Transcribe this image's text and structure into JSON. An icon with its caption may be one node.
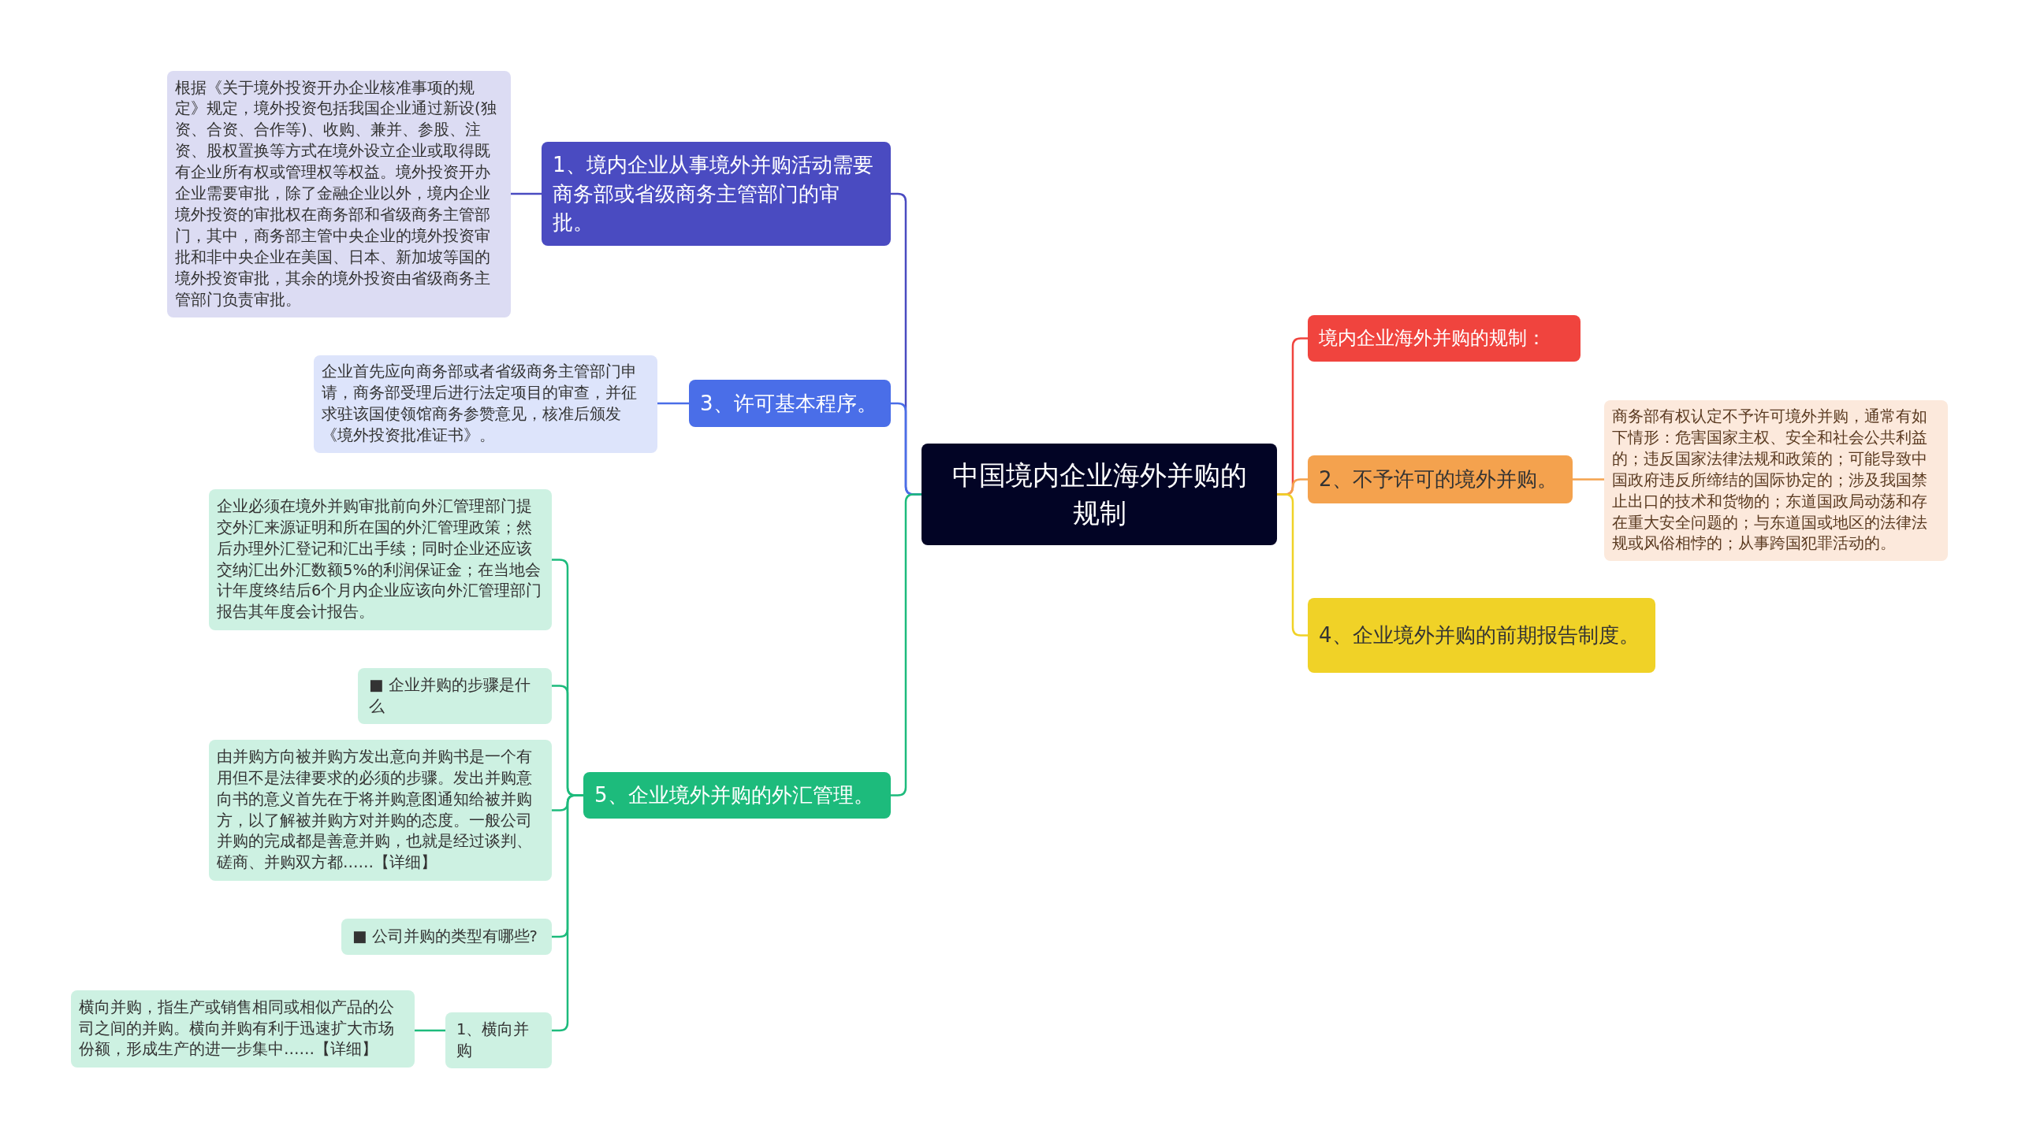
{
  "diagram": {
    "nodes": [
      {
        "text": [
          "中国境内企业海外并购的规制"
        ]
      },
      {
        "text": [
          "1、境内企业从事境外并购活动需要商务部或省级商务主管部门的审批。"
        ]
      },
      {
        "text": [
          "根据《关于境外投资开办企业核准事项的规定》规定，境外投资包括我国企业通过新设(独资、合资、合作等)、收购、兼并、参股、注资、股权置换等方式在境外设立企业或取得既有企业所有权或管理权等权益。境外投资开办企业需要审批，除了金融企业以外，境内企业境外投资的审批权在商务部和省级商务主管部门，其中，商务部主管中央企业的境外投资审批和非中央企业在美国、日本、新加坡等国的境外投资审批，其余的境外投资由省级商务主管部门负责审批。"
        ]
      },
      {
        "text": [
          "3、许可基本程序。"
        ]
      },
      {
        "text": [
          "企业首先应向商务部或者省级商务主管部门申请，商务部受理后进行法定项目的审查，并征求驻该国使领馆商务参赞意见，核准后颁发《境外投资批准证书》。"
        ]
      },
      {
        "text": [
          "5、企业境外并购的外汇管理。"
        ]
      },
      {
        "text": [
          "企业必须在境外并购审批前向外汇管理部门提交外汇来源证明和所在国的外汇管理政策；然后办理外汇登记和汇出手续；同时企业还应该交纳汇出外汇数额5%的利润保证金；在当地会计年度终结后6个月内企业应该向外汇管理部门报告其年度会计报告。"
        ]
      },
      {
        "text": [
          "■ 企业并购的步骤是什么"
        ]
      },
      {
        "text": [
          "由并购方向被并购方发出意向并购书是一个有用但不是法律要求的必须的步骤。发出并购意向书的意义首先在于将并购意图通知给被并购方，以了解被并购方对并购的态度。一般公司并购的完成都是善意并购，也就是经过谈判、磋商、并购双方都……【详细】"
        ]
      },
      {
        "text": [
          "■ 公司并购的类型有哪些?"
        ]
      },
      {
        "text": [
          "1、横向并购"
        ]
      },
      {
        "text": [
          "横向并购，指生产或销售相同或相似产品的公司之间的并购。横向并购有利于迅速扩大市场份额，形成生产的进一步集中……【详细】"
        ]
      },
      {
        "text": [
          "境内企业海外并购的规制："
        ]
      },
      {
        "text": [
          "2、不予许可的境外并购。"
        ]
      },
      {
        "text": [
          "商务部有权认定不予许可境外并购，通常有如下情形：危害国家主权、安全和社会公共利益的；违反国家法律法规和政策的；可能导致中国政府违反所缔结的国际协定的；涉及我国禁止出口的技术和货物的；东道国政局动荡和存在重大安全问题的；与东道国或地区的法律法规或风俗相悖的；从事跨国犯罪活动的。"
        ]
      },
      {
        "text": [
          "4、企业境外并购的前期报告制度。"
        ]
      }
    ],
    "edges": [
      {
        "from": 0,
        "to": 1,
        "arrow": "none",
        "color": "#4a4bc1"
      },
      {
        "from": 1,
        "to": 2,
        "arrow": "none",
        "color": "#4a4bc1"
      },
      {
        "from": 0,
        "to": 3,
        "arrow": "none",
        "color": "#4a6ee8"
      },
      {
        "from": 3,
        "to": 4,
        "arrow": "none",
        "color": "#4a6ee8"
      },
      {
        "from": 0,
        "to": 5,
        "arrow": "none",
        "color": "#1dbb7c"
      },
      {
        "from": 5,
        "to": 6,
        "arrow": "none",
        "color": "#1dbb7c"
      },
      {
        "from": 5,
        "to": 7,
        "arrow": "none",
        "color": "#1dbb7c"
      },
      {
        "from": 5,
        "to": 8,
        "arrow": "none",
        "color": "#1dbb7c"
      },
      {
        "from": 5,
        "to": 9,
        "arrow": "none",
        "color": "#1dbb7c"
      },
      {
        "from": 5,
        "to": 10,
        "arrow": "none",
        "color": "#1dbb7c"
      },
      {
        "from": 10,
        "to": 11,
        "arrow": "none",
        "color": "#1dbb7c"
      },
      {
        "from": 0,
        "to": 12,
        "arrow": "none",
        "color": "#f0443e"
      },
      {
        "from": 0,
        "to": 13,
        "arrow": "none",
        "color": "#f4a24e"
      },
      {
        "from": 13,
        "to": 14,
        "arrow": "none",
        "color": "#f4a24e"
      },
      {
        "from": 0,
        "to": 15,
        "arrow": "none",
        "color": "#f0d227"
      }
    ]
  }
}
